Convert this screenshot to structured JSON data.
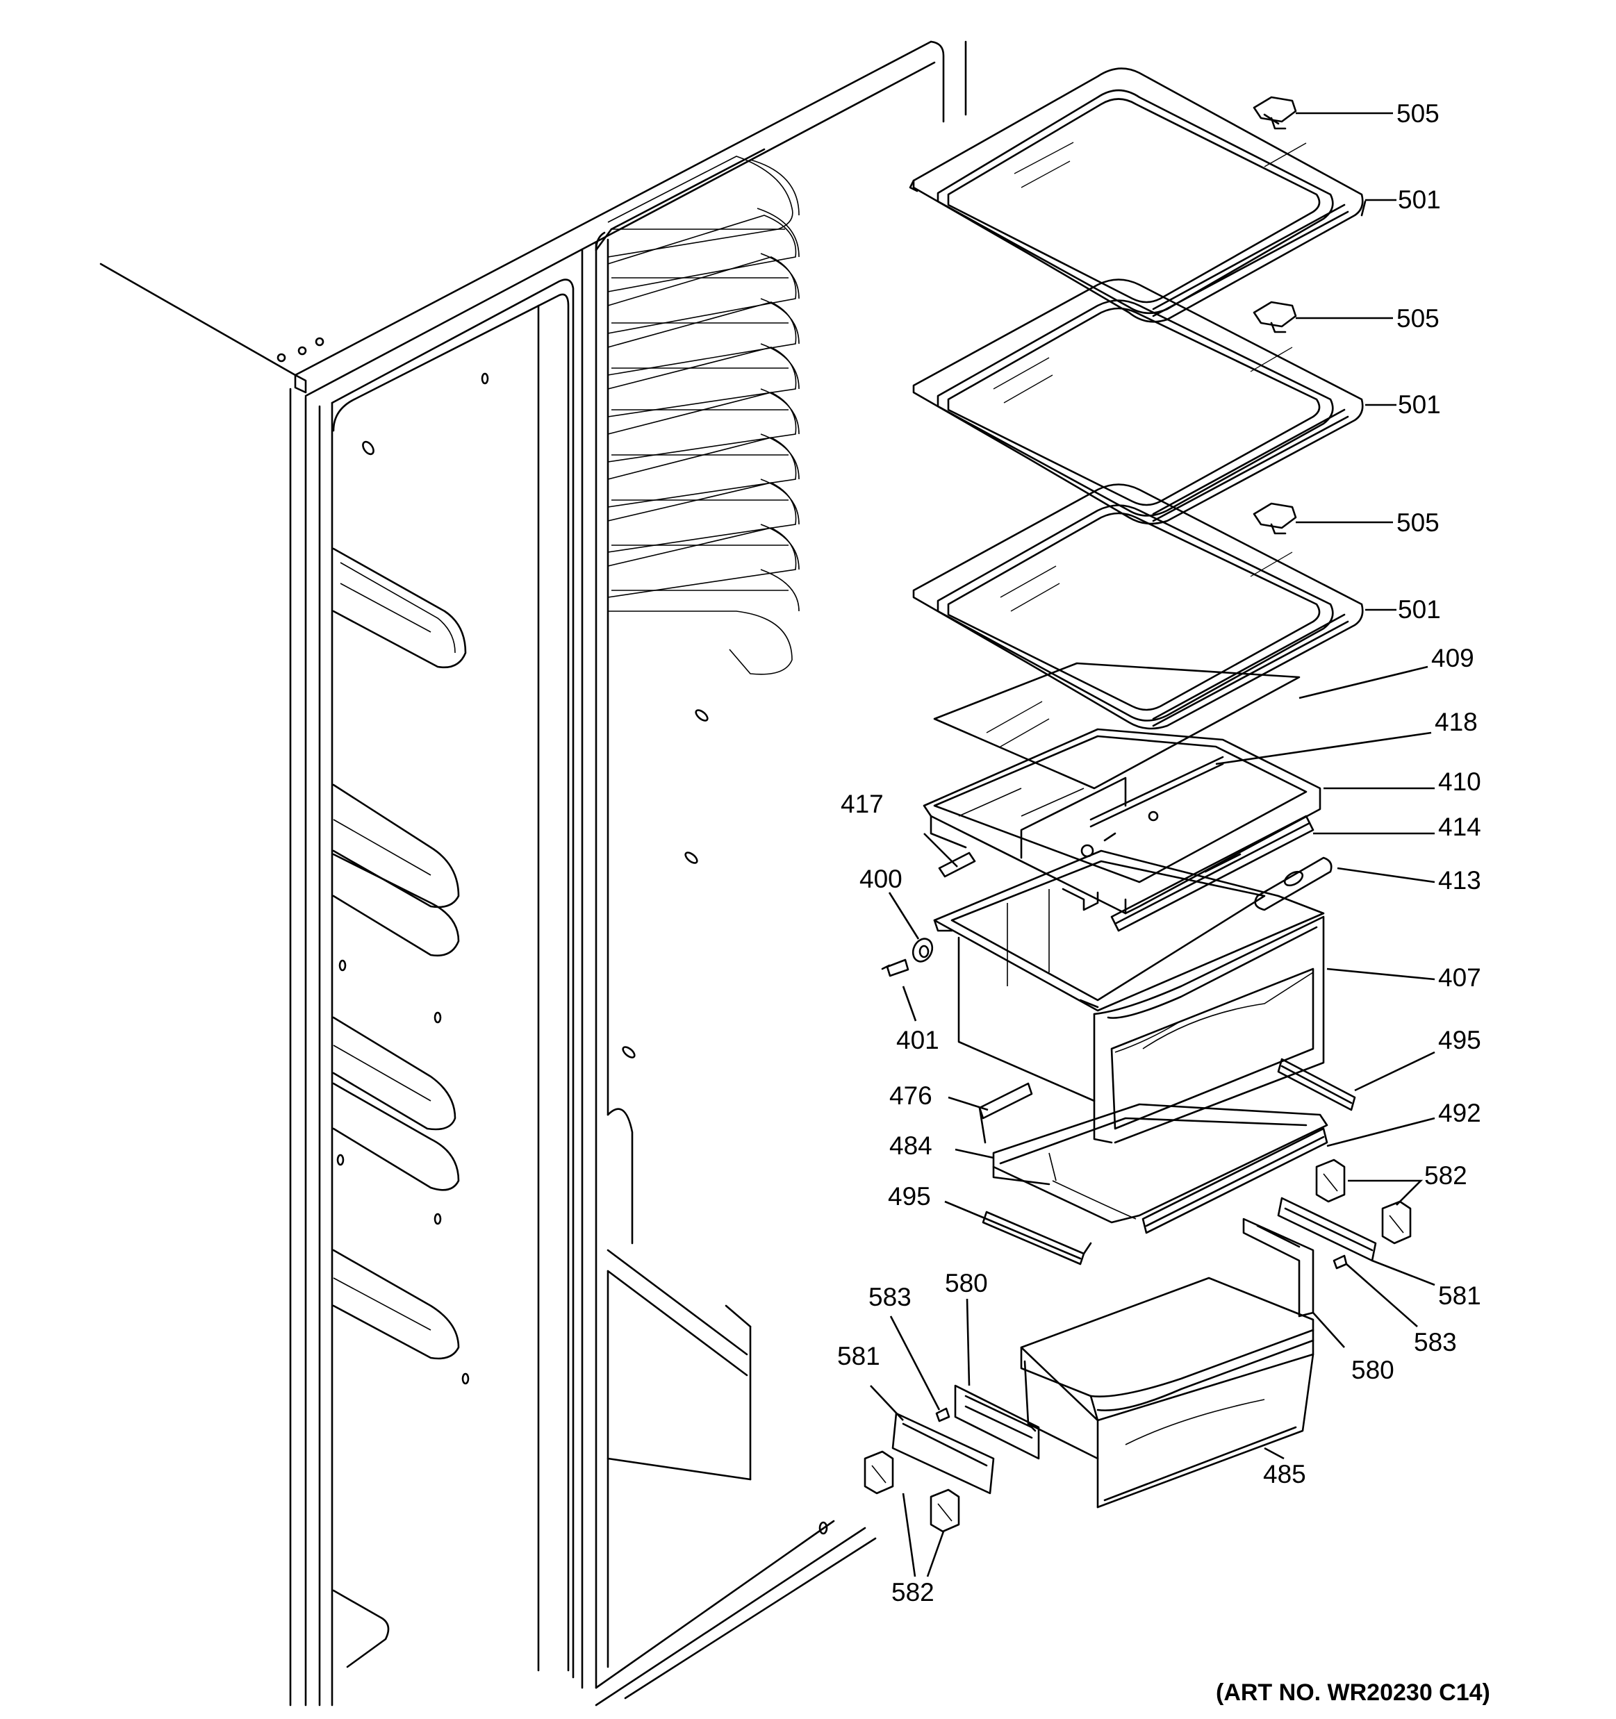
{
  "art_number": "(ART NO. WR20230 C14)",
  "part_labels": [
    {
      "id": "505-top",
      "text": "505"
    },
    {
      "id": "501-top",
      "text": "501"
    },
    {
      "id": "505-mid",
      "text": "505"
    },
    {
      "id": "501-mid",
      "text": "501"
    },
    {
      "id": "505-low",
      "text": "505"
    },
    {
      "id": "501-low",
      "text": "501"
    },
    {
      "id": "409",
      "text": "409"
    },
    {
      "id": "418",
      "text": "418"
    },
    {
      "id": "410",
      "text": "410"
    },
    {
      "id": "417",
      "text": "417"
    },
    {
      "id": "414",
      "text": "414"
    },
    {
      "id": "400",
      "text": "400"
    },
    {
      "id": "413",
      "text": "413"
    },
    {
      "id": "407",
      "text": "407"
    },
    {
      "id": "401",
      "text": "401"
    },
    {
      "id": "495-right",
      "text": "495"
    },
    {
      "id": "476",
      "text": "476"
    },
    {
      "id": "492",
      "text": "492"
    },
    {
      "id": "484",
      "text": "484"
    },
    {
      "id": "582-right",
      "text": "582"
    },
    {
      "id": "495-left",
      "text": "495"
    },
    {
      "id": "580-left",
      "text": "580"
    },
    {
      "id": "581-right",
      "text": "581"
    },
    {
      "id": "583-left",
      "text": "583"
    },
    {
      "id": "583-right",
      "text": "583"
    },
    {
      "id": "581-left",
      "text": "581"
    },
    {
      "id": "580-right",
      "text": "580"
    },
    {
      "id": "485",
      "text": "485"
    },
    {
      "id": "582-left",
      "text": "582"
    }
  ]
}
